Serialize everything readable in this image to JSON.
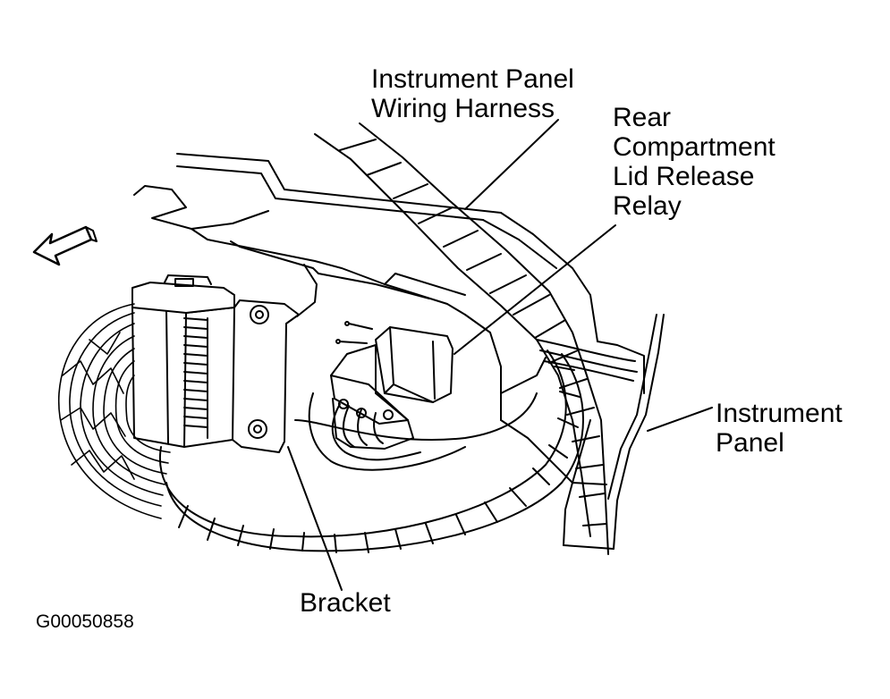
{
  "labels": {
    "harness": [
      "Instrument Panel",
      "Wiring Harness"
    ],
    "relay": [
      "Rear",
      "Compartment",
      "Lid Release",
      "Relay"
    ],
    "panel": [
      "Instrument",
      "Panel"
    ],
    "bracket": "Bracket"
  },
  "figure_id": "G00050858",
  "colors": {
    "line": "#000000",
    "background": "#ffffff"
  },
  "icons": {
    "direction_arrow": "arrow-left-icon"
  }
}
